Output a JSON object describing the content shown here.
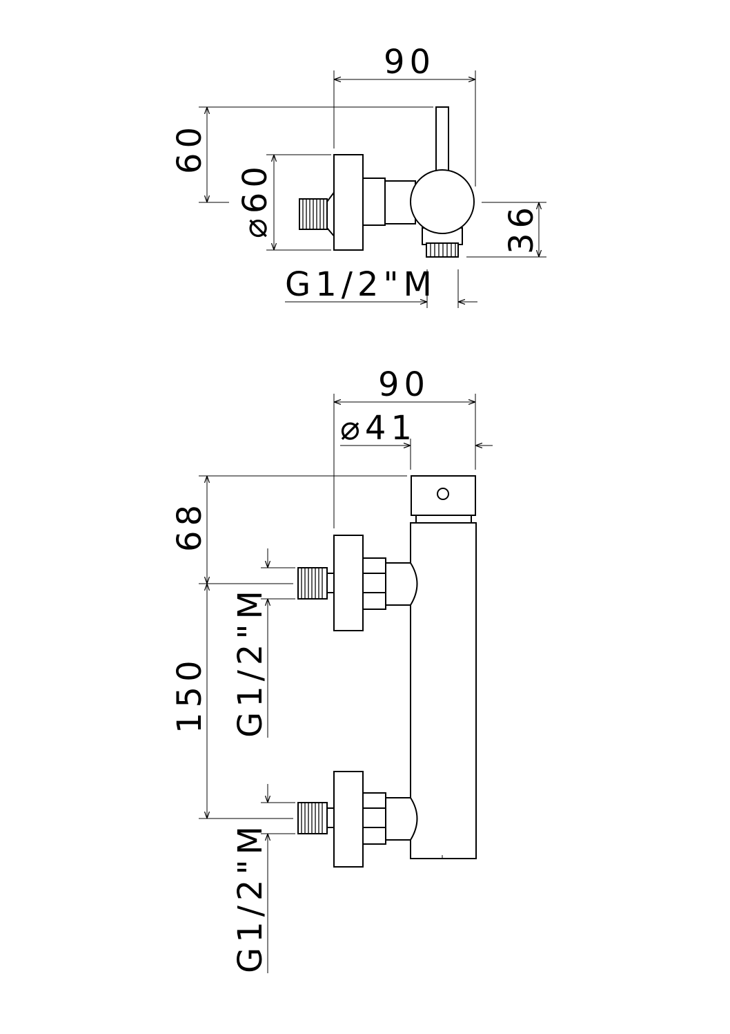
{
  "top_view": {
    "width_label": "90",
    "height_label": "60",
    "diameter_label": "⌀60",
    "outlet_label": "36",
    "thread_label": "G1/2\"M"
  },
  "front_view": {
    "width_label": "90",
    "diameter_label": "⌀41",
    "top_label": "68",
    "spacing_label": "150",
    "thread_label_upper": "G1/2\"M",
    "thread_label_lower": "G1/2\"M"
  }
}
